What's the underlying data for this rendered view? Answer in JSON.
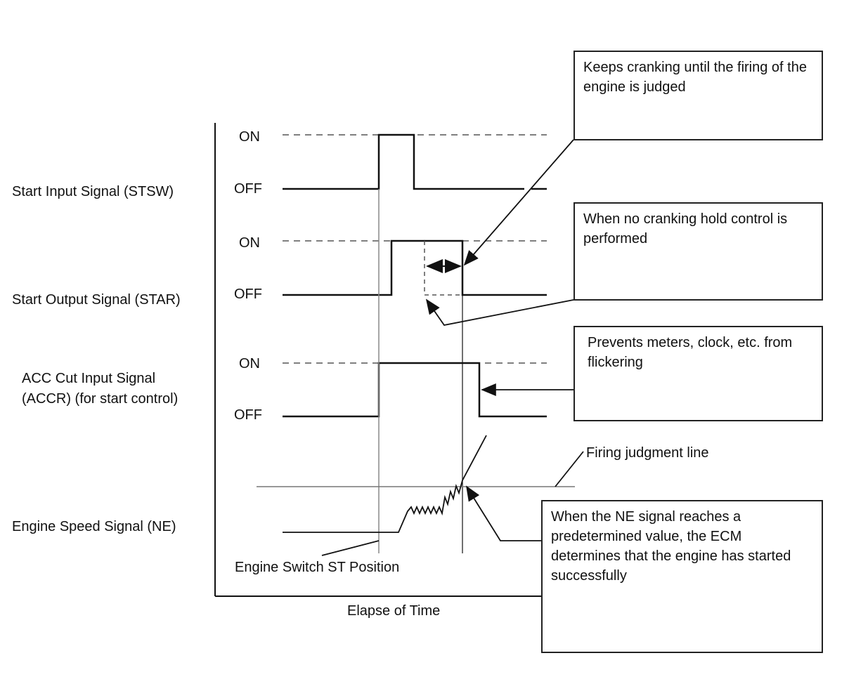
{
  "signals": {
    "stsw": "Start Input Signal (STSW)",
    "star": "Start Output Signal (STAR)",
    "accr_line1": "ACC Cut Input Signal",
    "accr_line2": "(ACCR) (for start control)",
    "ne": "Engine Speed Signal (NE)"
  },
  "states": {
    "on": "ON",
    "off": "OFF"
  },
  "annotations": {
    "keeps_cranking": "Keeps cranking until the firing of the engine is judged",
    "no_hold": "When no cranking hold control is performed",
    "prevents_flicker": "Prevents meters, clock, etc. from flickering",
    "firing_line": "Firing judgment line",
    "ne_reaches": "When the NE signal reaches a predetermined value, the ECM determines that the engine has started successfully",
    "st_position": "Engine Switch ST Position",
    "time_axis": "Elapse of Time"
  },
  "colors": {
    "line": "#111111",
    "dashed": "#555555",
    "guide": "#888888"
  }
}
